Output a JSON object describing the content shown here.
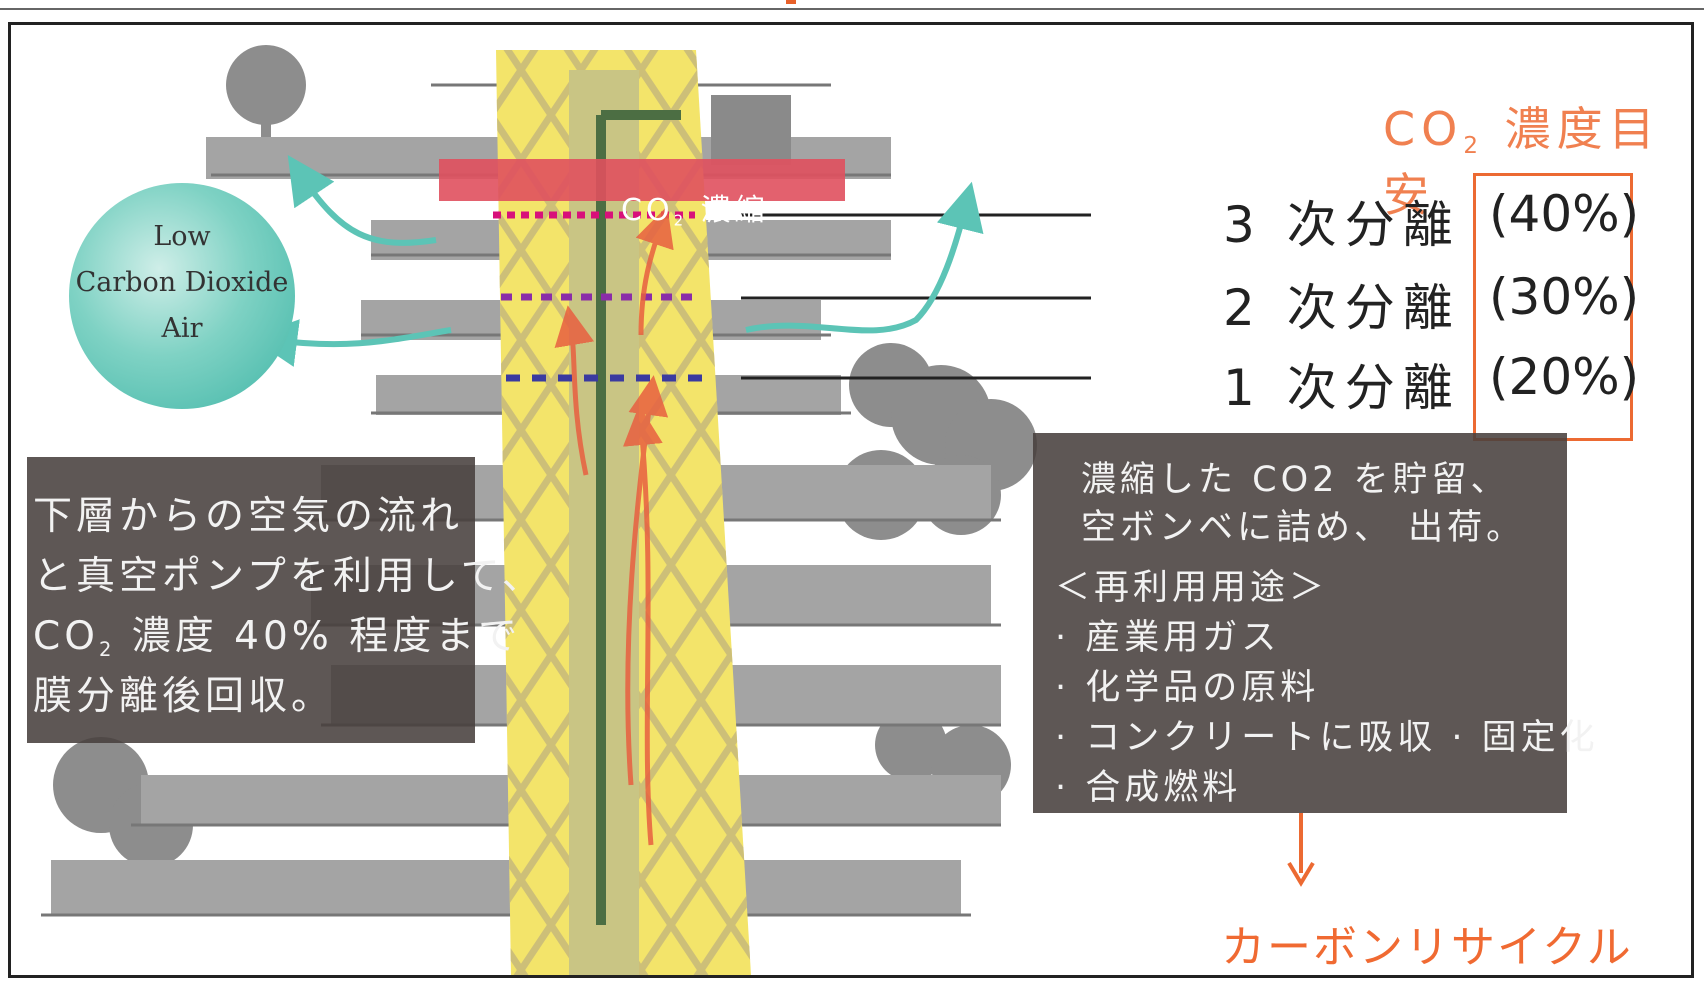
{
  "title": {
    "main": "CO",
    "sub": "2",
    "rest": "濃度目安"
  },
  "concentrator": {
    "main": "CO",
    "sub": "2",
    "rest": "濃縮"
  },
  "stages": [
    {
      "label": "3 次分離",
      "pct": "(40%)"
    },
    {
      "label": "2 次分離",
      "pct": "(30%)"
    },
    {
      "label": "1 次分離",
      "pct": "(20%)"
    }
  ],
  "bubble": {
    "lines": [
      "Low",
      "Carbon Dioxide",
      "Air"
    ]
  },
  "left_panel": {
    "line1": "下層からの空気の流れ",
    "line2": "と真空ポンプを利用して、",
    "line3_main": "CO",
    "line3_sub": "2",
    "line3_rest": " 濃度 40% 程度まで",
    "line4": "膜分離後回収。"
  },
  "right_panel": {
    "lines": [
      "濃縮した CO2 を貯留、",
      "空ボンベに詰め、 出荷。",
      "＜再利用用途＞",
      "· 産業用ガス",
      "· 化学品の原料",
      "· コンクリートに吸収 · 固定化",
      "· 合成燃料"
    ]
  },
  "result": "カーボンリサイクル",
  "colors": {
    "accent_orange": "#ec6a32",
    "teal": "#5cc4b6",
    "panel": "#48403e",
    "tower_yellow": "#f3e46a",
    "concentrator_red": "#e0505e"
  }
}
